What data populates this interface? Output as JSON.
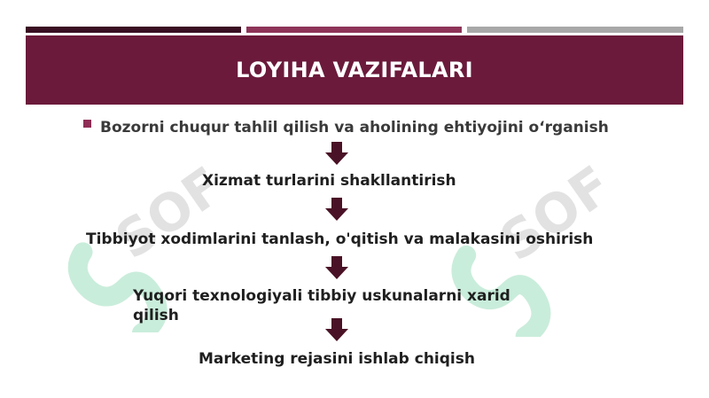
{
  "slide": {
    "title": "LOYIHA VAZIFALARI",
    "colors": {
      "banner": "#6b1a3b",
      "bar_dark": "#3a0f22",
      "bar_mid": "#8e3458",
      "bar_gray": "#a8a8a8",
      "arrow": "#4a1226",
      "bullet": "#8e2d55"
    },
    "steps": [
      "Bozorni chuqur tahlil qilish va aholining ehtiyojini o‘rganish",
      "Xizmat turlarini shakllantirish",
      "Tibbiyot xodimlarini tanlash, o'qitish va malakasini oshirish",
      "Yuqori texnologiyali tibbiy uskunalarni xarid qilish",
      "Marketing rejasini ishlab chiqish"
    ],
    "arrow_icon": "down-arrow-icon",
    "watermark": {
      "text": "SOF",
      "icon": "sof-logo-icon"
    }
  }
}
